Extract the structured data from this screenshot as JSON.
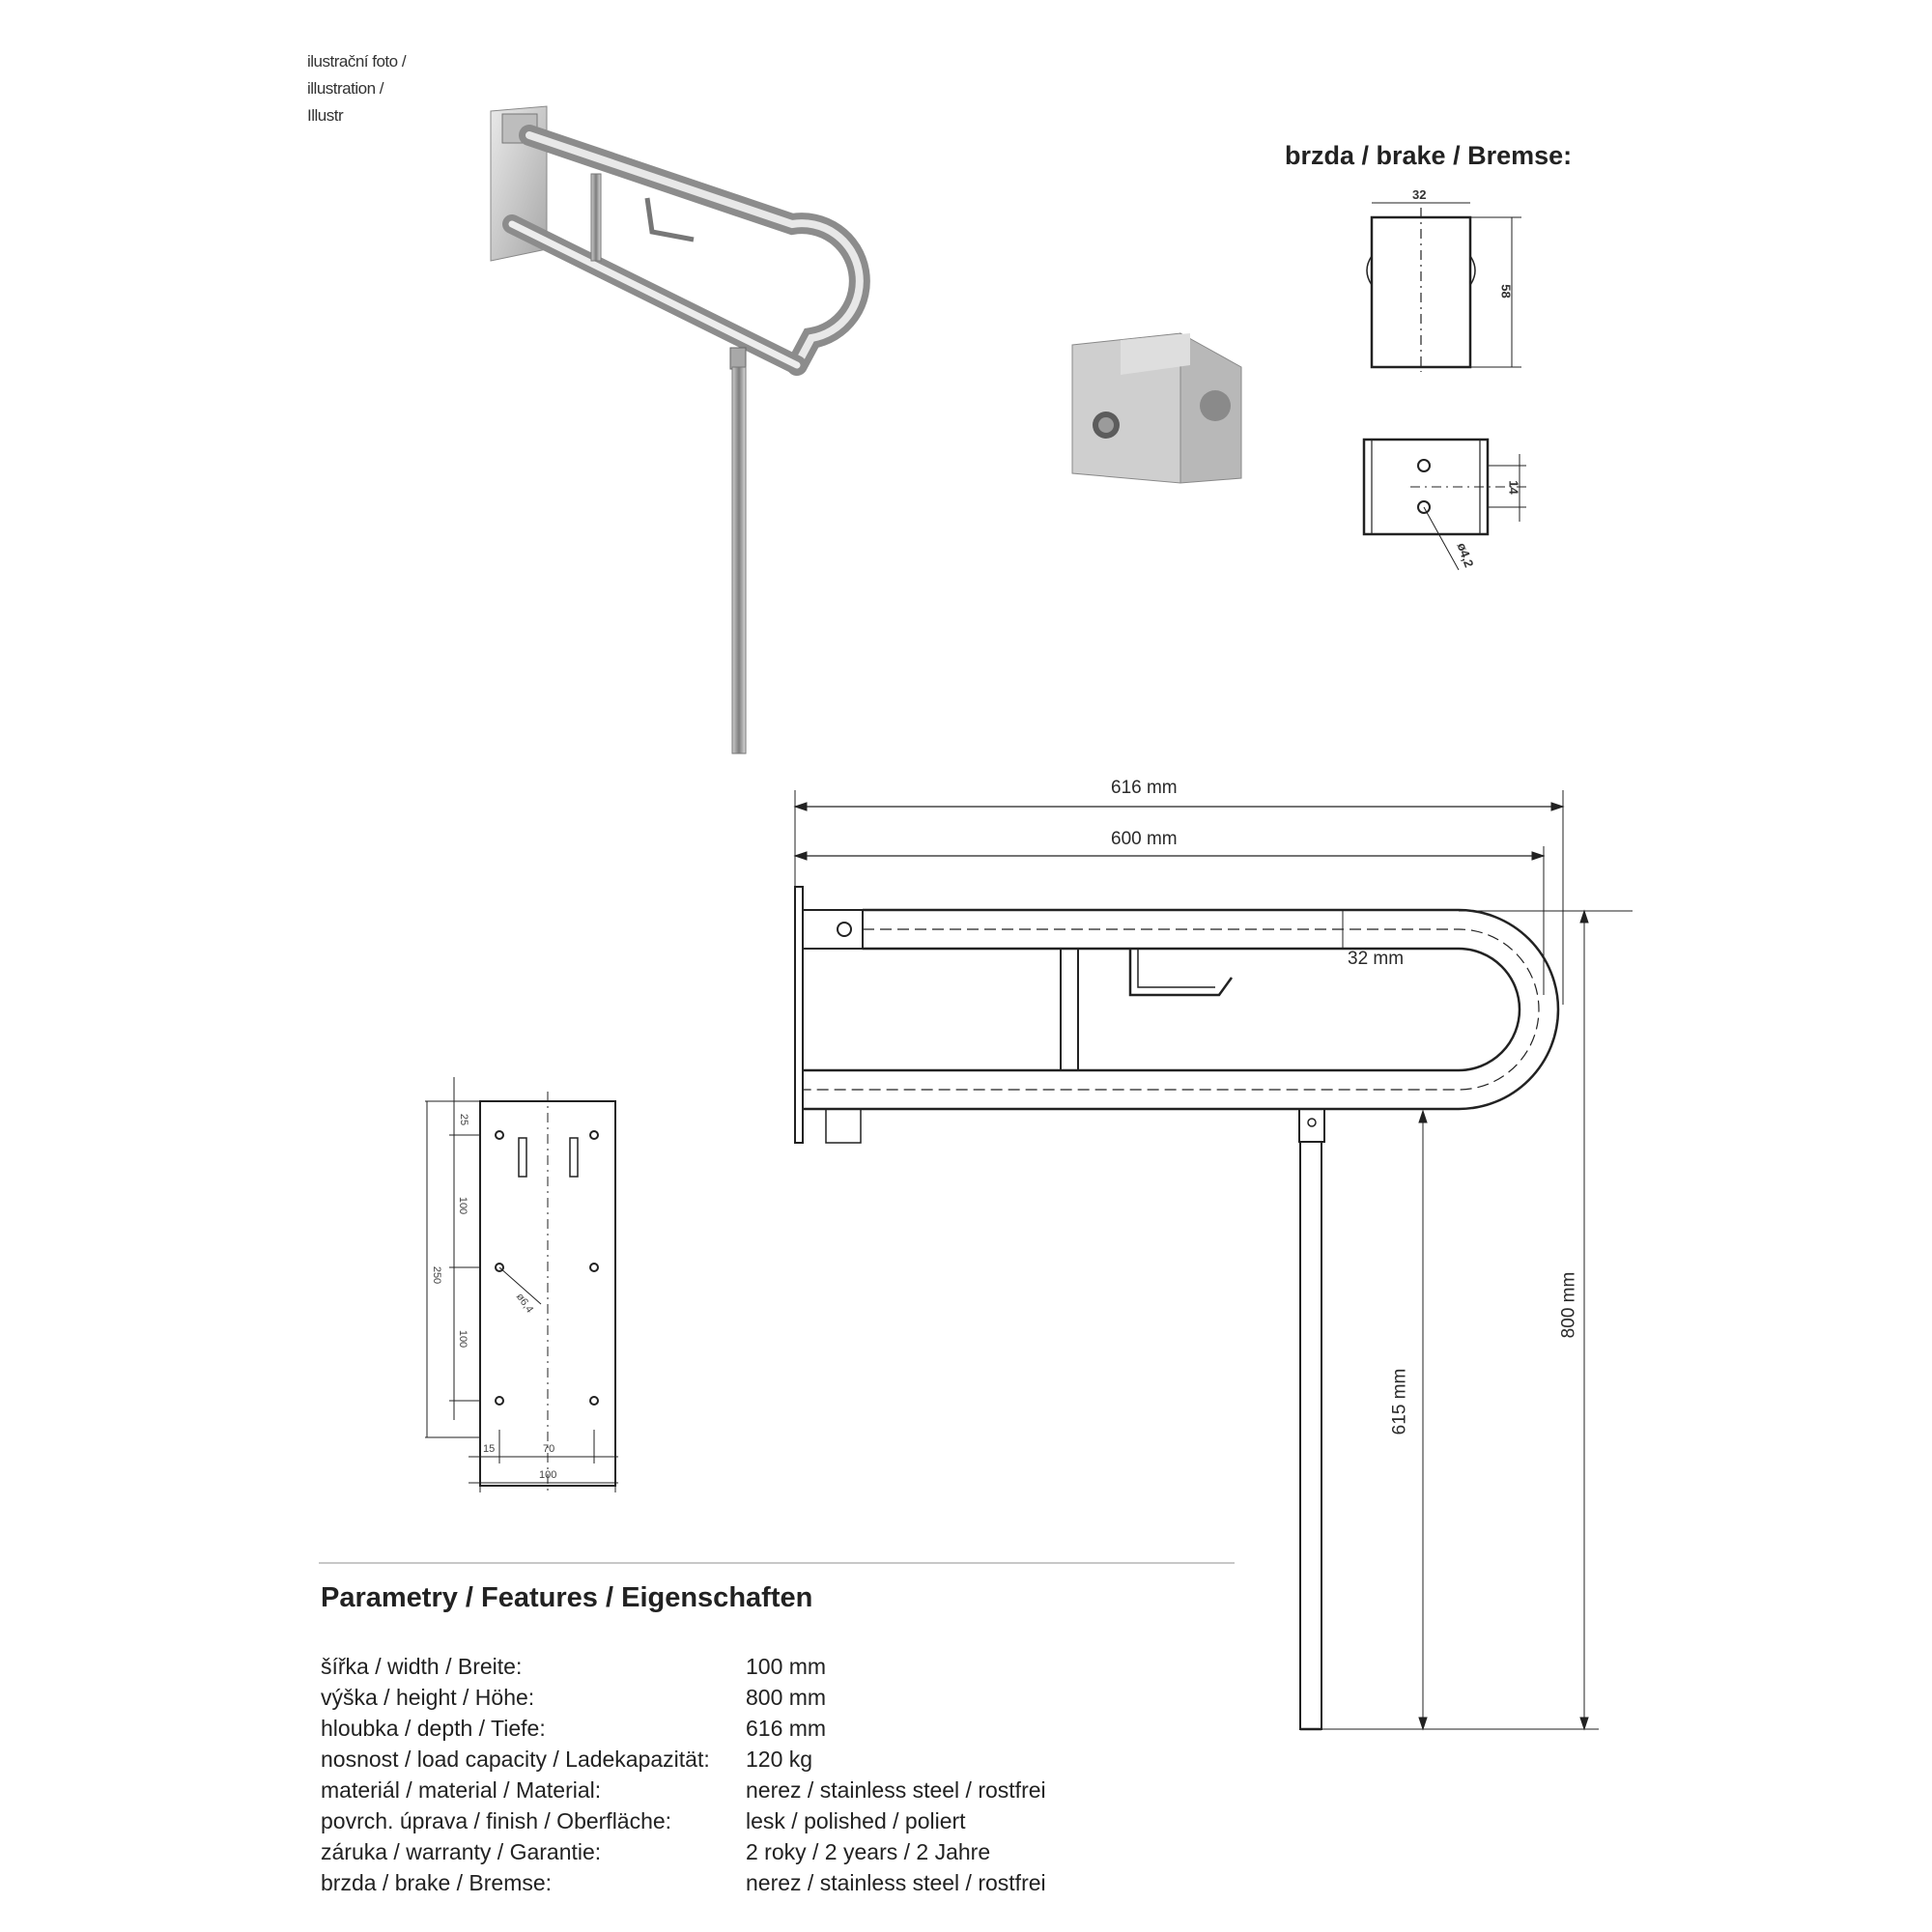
{
  "photo": {
    "caption_lines": [
      "ilustrační foto /",
      "illustration /",
      "Illustr"
    ]
  },
  "brake": {
    "title": "brzda / brake / Bremse:",
    "dims": {
      "width": "32",
      "height": "58",
      "hole_spacing": "14",
      "hole_diameter": "ø4,2"
    }
  },
  "main_drawing": {
    "dims": {
      "overall": "616 mm",
      "inner": "600 mm",
      "tube": "32 mm",
      "leg": "615 mm",
      "height": "800 mm"
    }
  },
  "plate": {
    "dims": {
      "top": "25",
      "upper": "100",
      "total": "250",
      "lower": "100",
      "left": "15",
      "spacing": "70",
      "width": "100",
      "hole": "ø6,4"
    }
  },
  "features": {
    "title": "Parametry / Features / Eigenschaften",
    "rows": [
      {
        "label": "šířka / width / Breite:",
        "value": "100 mm"
      },
      {
        "label": "výška / height / Höhe:",
        "value": "800 mm"
      },
      {
        "label": "hloubka / depth / Tiefe:",
        "value": "616 mm"
      },
      {
        "label": "nosnost / load capacity / Ladekapazität:",
        "value": "120 kg"
      },
      {
        "label": "materiál / material / Material:",
        "value": "nerez / stainless steel / rostfrei"
      },
      {
        "label": "povrch. úprava / finish / Oberfläche:",
        "value": "lesk / polished / poliert"
      },
      {
        "label": "záruka / warranty / Garantie:",
        "value": "2 roky / 2 years / 2 Jahre"
      },
      {
        "label": "brzda / brake / Bremse:",
        "value": "nerez / stainless steel / rostfrei"
      }
    ]
  }
}
